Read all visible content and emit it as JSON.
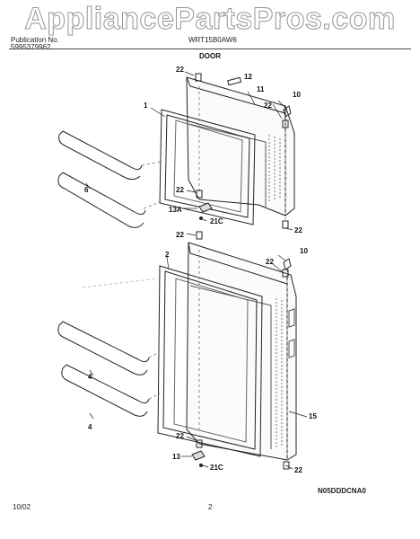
{
  "watermark": "AppliancePartsPros.com",
  "header": {
    "publication_label": "Publication No.",
    "publication_number": "5995379962",
    "model": "WRT15B0AW6"
  },
  "section_title": "DOOR",
  "callouts": {
    "c1": "1",
    "c2": "2",
    "c4a": "4",
    "c4b": "4",
    "c6": "6",
    "c10a": "10",
    "c10b": "10",
    "c11": "11",
    "c12": "12",
    "c13": "13",
    "c13a": "13A",
    "c15": "15",
    "c21c_a": "21C",
    "c21c_b": "21C",
    "c22_1": "22",
    "c22_2": "22",
    "c22_3": "22",
    "c22_4": "22",
    "c22_5": "22",
    "c22_6": "22",
    "c22_7": "22",
    "c22_8": "22"
  },
  "footer": {
    "code": "N05DDDCNA0",
    "date": "10/02",
    "page": "2"
  }
}
